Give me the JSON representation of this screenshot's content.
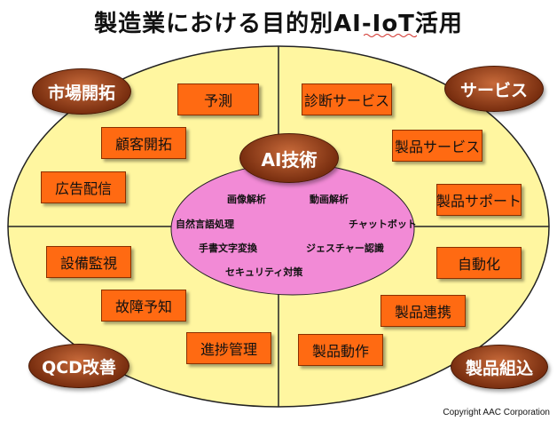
{
  "title": "製造業における目的別AI-IoT活用",
  "center": {
    "label": "AI技術"
  },
  "corners": {
    "top_left": "市場開拓",
    "top_right": "サービス",
    "bottom_left": "QCD改善",
    "bottom_right": "製品組込"
  },
  "boxes": {
    "forecast": "予測",
    "customer_development": "顧客開拓",
    "ad_delivery": "広告配信",
    "diagnosis_service": "診断サービス",
    "product_service": "製品サービス",
    "product_support": "製品サポート",
    "equipment_monitoring": "設備監視",
    "failure_prediction": "故障予知",
    "progress_management": "進捗管理",
    "automation": "自動化",
    "product_integration": "製品連携",
    "product_operation": "製品動作"
  },
  "technologies": {
    "image_analysis": "画像解析",
    "video_analysis": "動画解析",
    "nlp": "自然言語処理",
    "chatbot": "チャットボット",
    "handwriting": "手書文字変換",
    "gesture": "ジェスチャー認識",
    "security": "セキュリティ対策"
  },
  "colors": {
    "outer_ellipse": "#fff6a0",
    "inner_ellipse": "#f28ad6",
    "box_fill": "#ff6a12",
    "badge_fill": "#7a2f10"
  },
  "copyright": "Copyright AAC Corporation"
}
